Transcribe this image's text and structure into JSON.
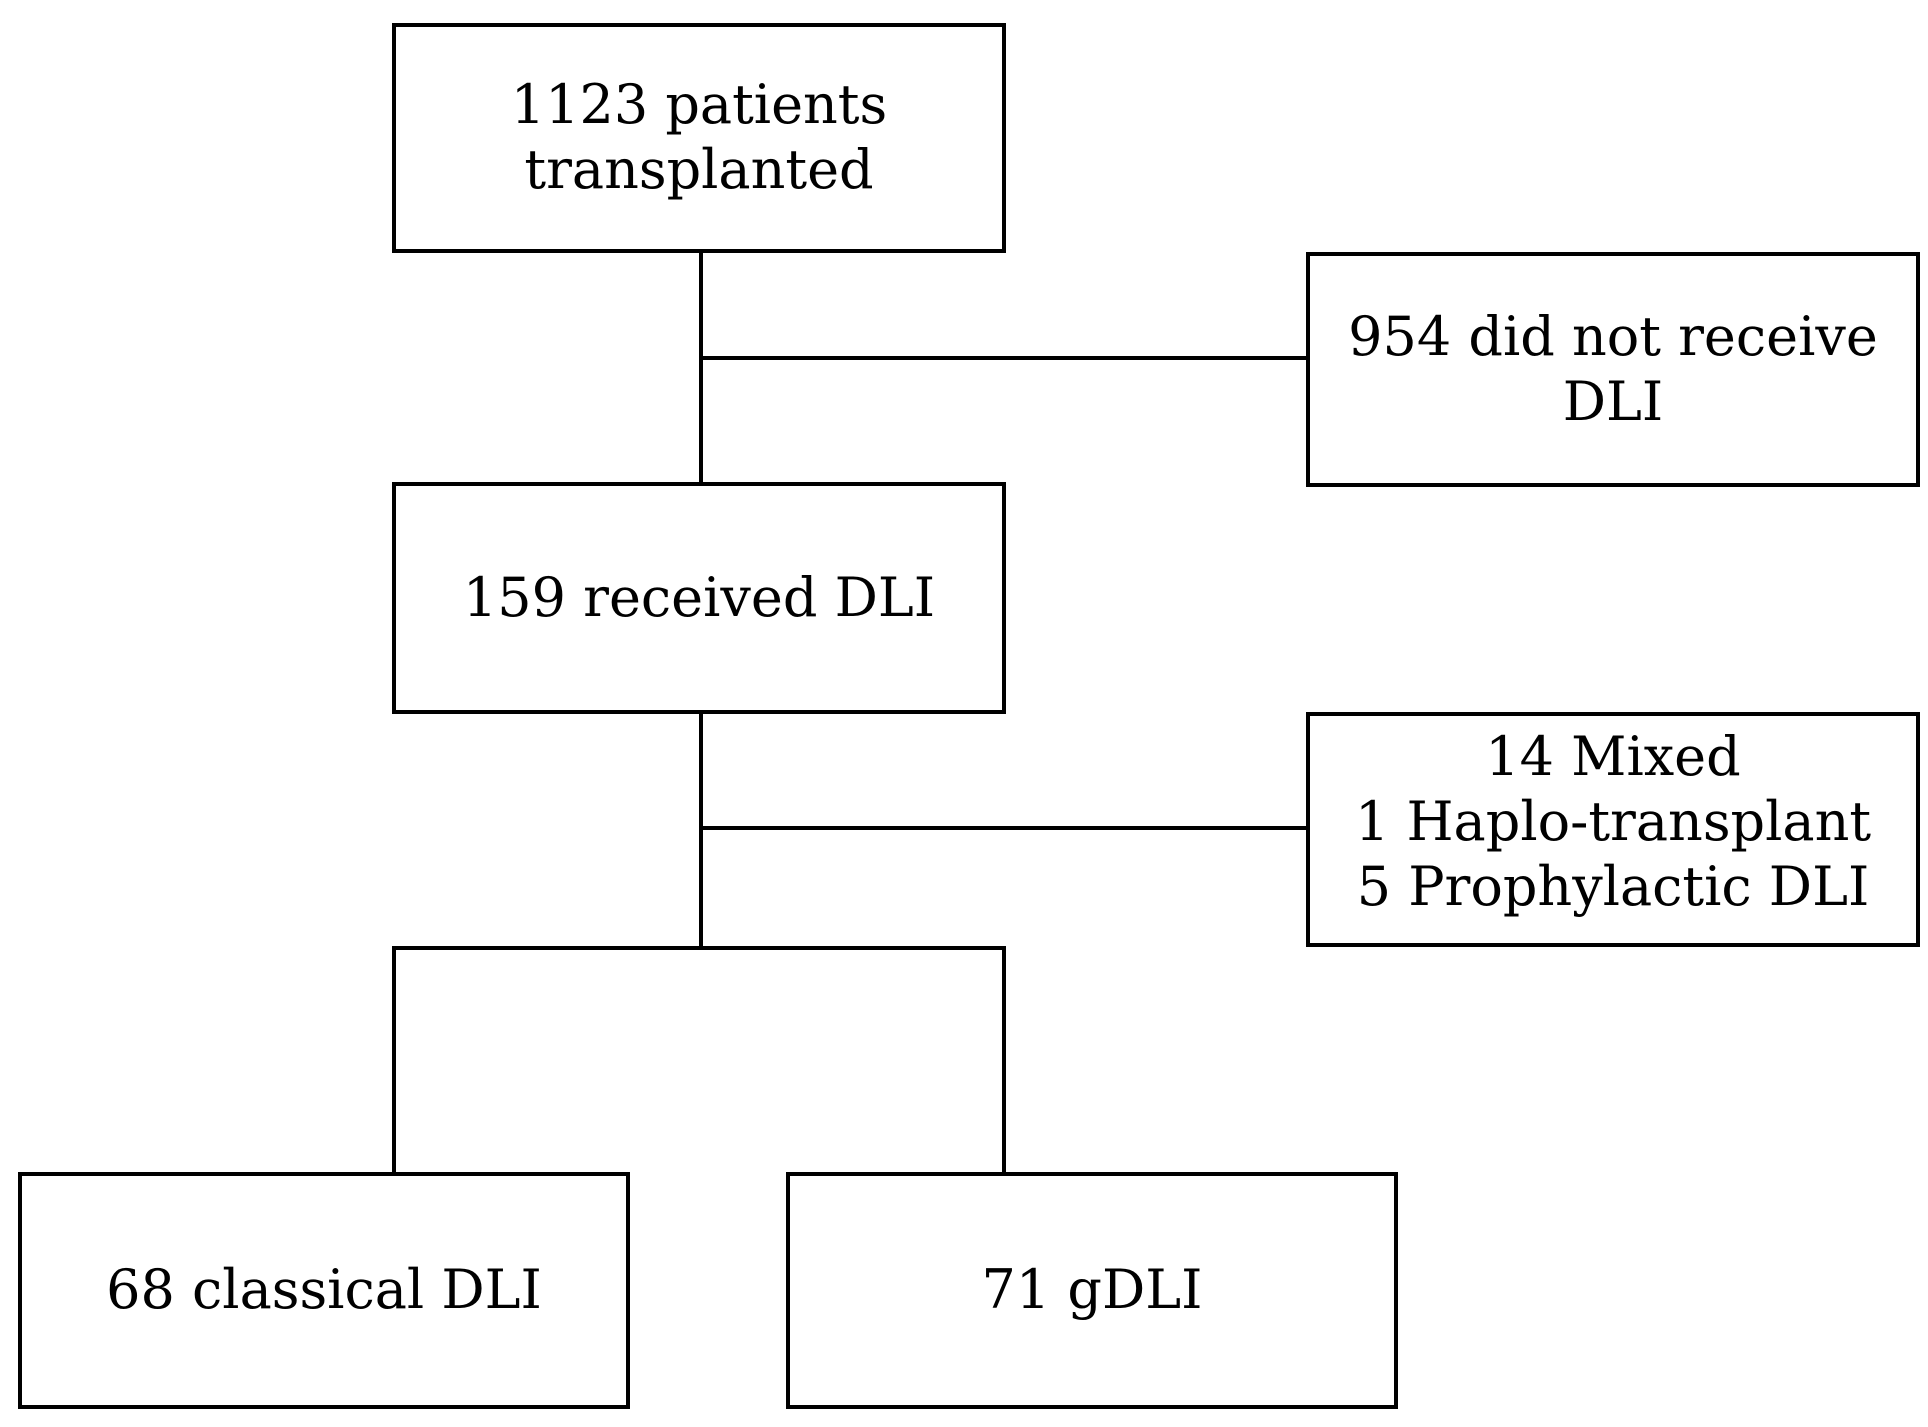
{
  "flowchart": {
    "start": {
      "line1": "1123 patients",
      "line2": "transplanted"
    },
    "excluded_no_dli": {
      "line1": "954 did not receive",
      "line2": "DLI"
    },
    "received": {
      "text": "159 received DLI"
    },
    "excluded_other": {
      "line1": "14 Mixed",
      "line2": "1 Haplo-transplant",
      "line3": "5 Prophylactic DLI"
    },
    "classical": {
      "text": "68 classical DLI"
    },
    "gdli": {
      "text": "71 gDLI"
    }
  },
  "colors": {
    "stroke": "#000000",
    "background": "#ffffff"
  }
}
